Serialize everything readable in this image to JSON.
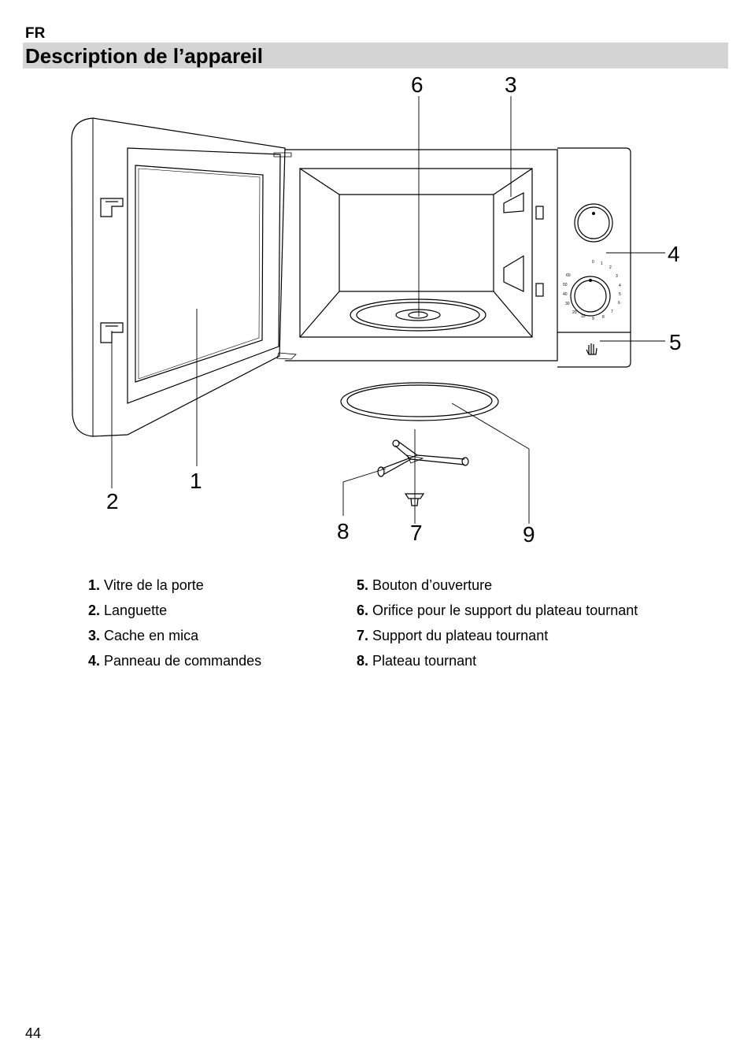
{
  "header": {
    "language": "FR",
    "title": "Description de l’appareil"
  },
  "figure": {
    "callouts": [
      "6",
      "3",
      "4",
      "5",
      "1",
      "2",
      "8",
      "7",
      "9"
    ],
    "dial_markings": [
      "0",
      "1",
      "2",
      "3",
      "4",
      "5",
      "6",
      "7",
      "8",
      "9",
      "10",
      "20",
      "30",
      "40",
      "50",
      "60"
    ]
  },
  "legend": {
    "left": [
      {
        "num": "1.",
        "text": "Vitre de la porte"
      },
      {
        "num": "2.",
        "text": "Languette"
      },
      {
        "num": "3.",
        "text": "Cache en mica"
      },
      {
        "num": "4.",
        "text": "Panneau de commandes"
      }
    ],
    "right": [
      {
        "num": "5.",
        "text": "Bouton d’ouverture"
      },
      {
        "num": "6.",
        "text": "Orifice pour le support du plateau tournant"
      },
      {
        "num": "7.",
        "text": "Support du plateau tournant"
      },
      {
        "num": "8.",
        "text": "Plateau tournant"
      }
    ]
  },
  "footer": {
    "page_number": "44"
  }
}
